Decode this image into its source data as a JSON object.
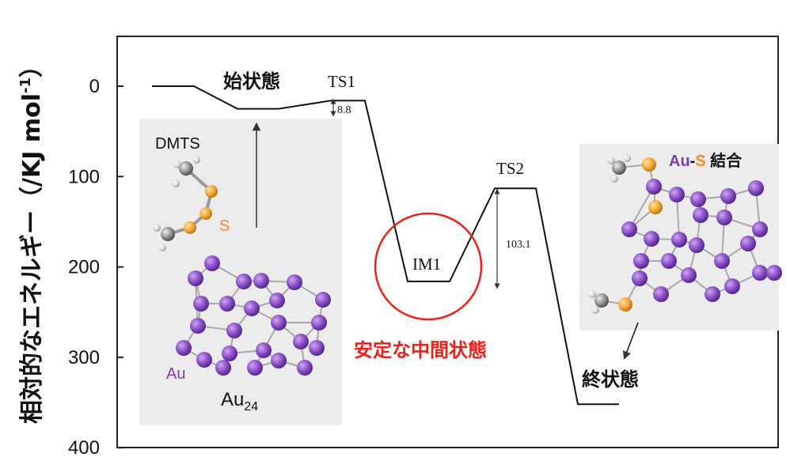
{
  "title": "",
  "y_axis": {
    "label": "相対的なエネルギー（/KJ mol",
    "label_sup": "-1",
    "label_close": "）",
    "ticks": [
      "0",
      "100",
      "200",
      "300",
      "400"
    ]
  },
  "states": {
    "ts1": "TS1",
    "ts2": "TS2",
    "im1": "IM1",
    "initial": "始状態",
    "final": "終状態",
    "stable_intermediate": "安定な中間状態"
  },
  "barriers": {
    "ts1": "8.8",
    "ts2": "103.1"
  },
  "insets": {
    "left": {
      "title": "DMTS",
      "sulfur": "S",
      "gold": "Au",
      "cluster": "Au",
      "cluster_sub": "24"
    },
    "right": {
      "au": "Au",
      "dash": "-",
      "s": "S",
      "bond": " 結合"
    }
  },
  "colors": {
    "gold_atom": "#8a4fc7",
    "sulfur_atom": "#f2a93b",
    "highlight": "#e8231a",
    "label_s": "#f08a2a",
    "label_au": "#7b3fa6"
  },
  "chart_data": {
    "type": "line",
    "title": "",
    "xlabel": "",
    "ylabel": "相対的なエネルギー（/KJ mol-1）",
    "ylim": [
      400,
      -40
    ],
    "y_inverted": true,
    "path": [
      {
        "x": 0,
        "y": 0
      },
      {
        "x": 1,
        "y": 0
      },
      {
        "x": 2,
        "y": 25
      },
      {
        "x": 3,
        "y": 25
      },
      {
        "x": 4,
        "y": 16
      },
      {
        "x": 5,
        "y": 16
      },
      {
        "x": 6,
        "y": 216
      },
      {
        "x": 7,
        "y": 216
      },
      {
        "x": 8,
        "y": 113
      },
      {
        "x": 9,
        "y": 113
      },
      {
        "x": 10,
        "y": 352
      },
      {
        "x": 11,
        "y": 352
      }
    ],
    "levels": [
      {
        "label": "始状態",
        "value": 25
      },
      {
        "label": "TS1",
        "value": 16
      },
      {
        "label": "IM1",
        "value": 216
      },
      {
        "label": "TS2",
        "value": 113
      },
      {
        "label": "終状態",
        "value": 352
      }
    ],
    "barrier_labels": [
      {
        "between": [
          "始状態",
          "TS1"
        ],
        "value": 8.8
      },
      {
        "between": [
          "IM1",
          "TS2"
        ],
        "value": 103.1
      }
    ]
  }
}
